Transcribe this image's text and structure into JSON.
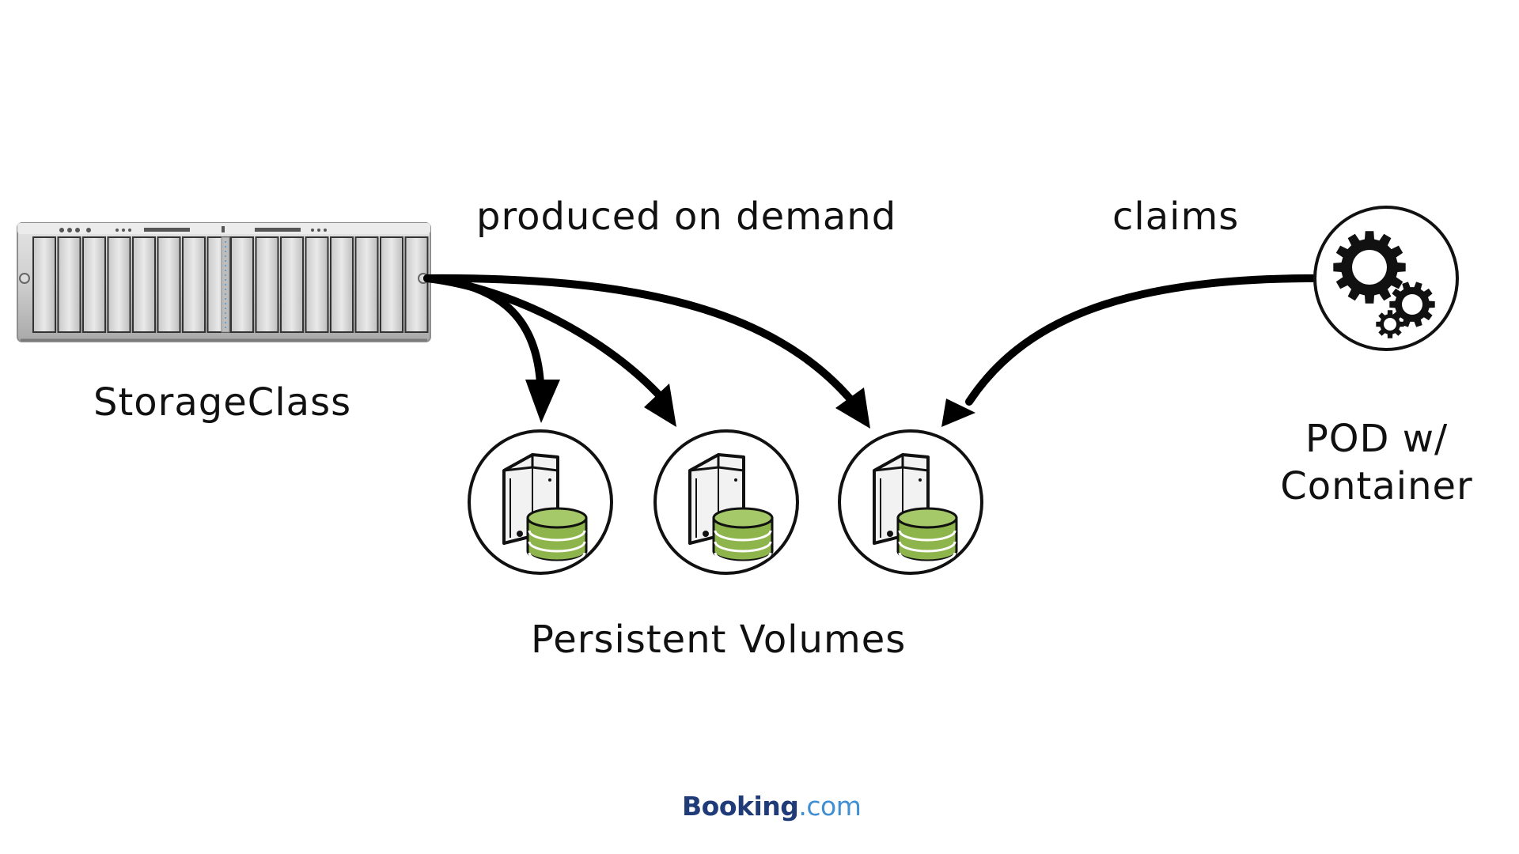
{
  "labels": {
    "produced": "produced on demand",
    "claims": "claims",
    "storage_class": "StorageClass",
    "persistent_volumes": "Persistent Volumes",
    "pod_line1": "POD w/",
    "pod_line2": "Container"
  },
  "logo": {
    "brand": "Booking",
    "tld": ".com"
  },
  "icons": {
    "storage": "server-rack-icon",
    "volume": "disk-database-icon",
    "pod": "gears-icon"
  },
  "colors": {
    "disk_green": "#8db54b",
    "arrow": "#000000",
    "logo_brand": "#1f3b78",
    "logo_tld": "#3f8fd2"
  }
}
